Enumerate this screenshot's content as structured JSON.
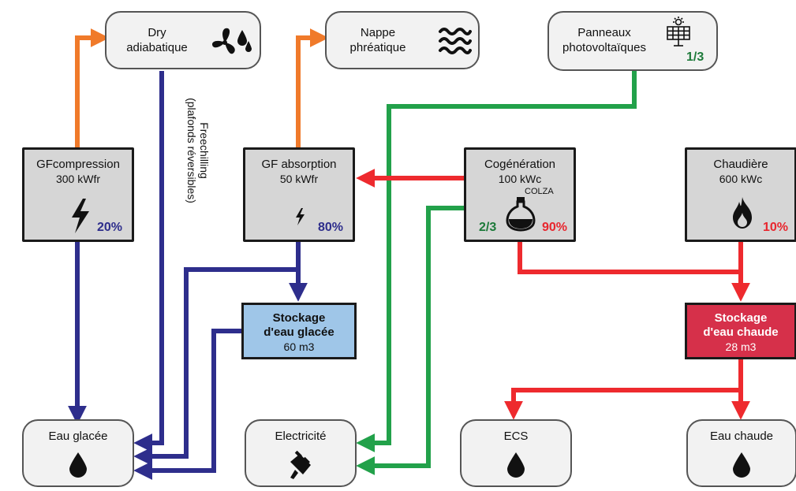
{
  "nodes": {
    "dry": {
      "line1": "Dry",
      "line2": "adiabatique",
      "icon": "fan-drops-icon"
    },
    "nappe": {
      "line1": "Nappe",
      "line2": "phréatique",
      "icon": "waves-icon"
    },
    "panneaux": {
      "line1": "Panneaux",
      "line2": "photovoltaïques",
      "share": "1/3",
      "icon": "solar-panel-icon"
    },
    "gfcomp": {
      "title": "GFcompression",
      "capacity": "300 kWfr",
      "pct": "20%",
      "icon": "lightning-icon"
    },
    "gfabs": {
      "title": "GF absorption",
      "capacity": "50 kWfr",
      "pct": "80%",
      "icon": "lightning-icon"
    },
    "cogen": {
      "title": "Cogénération",
      "capacity": "100 kWc",
      "fuel": "COLZA",
      "share": "2/3",
      "pct": "90%",
      "icon": "flask-icon"
    },
    "chaudiere": {
      "title": "Chaudière",
      "capacity": "600 kWc",
      "pct": "10%",
      "icon": "flame-icon"
    },
    "stock_glace": {
      "line1": "Stockage",
      "line2": "d'eau glacée",
      "volume": "60 m3"
    },
    "stock_chaude": {
      "line1": "Stockage",
      "line2": "d'eau chaude",
      "volume": "28 m3"
    },
    "eau_glacee": {
      "label": "Eau glacée",
      "icon": "drop-icon"
    },
    "electricite": {
      "label": "Electricité",
      "icon": "plug-icon"
    },
    "ecs": {
      "label": "ECS",
      "icon": "drop-icon"
    },
    "eau_chaude": {
      "label": "Eau chaude",
      "icon": "drop-icon"
    }
  },
  "freechilling": {
    "line1": "Freechilling",
    "line2": "(plafonds réversibles)"
  },
  "colors": {
    "orange": "#f07a2a",
    "blue": "#2e2e8c",
    "green": "#22a14a",
    "red": "#ee2a2e",
    "stock_blue": "#9fc6e8",
    "stock_red": "#d6304a",
    "text_green": "#1d7a3a",
    "text_blue": "#2e2e8c",
    "text_red": "#e8262e"
  }
}
